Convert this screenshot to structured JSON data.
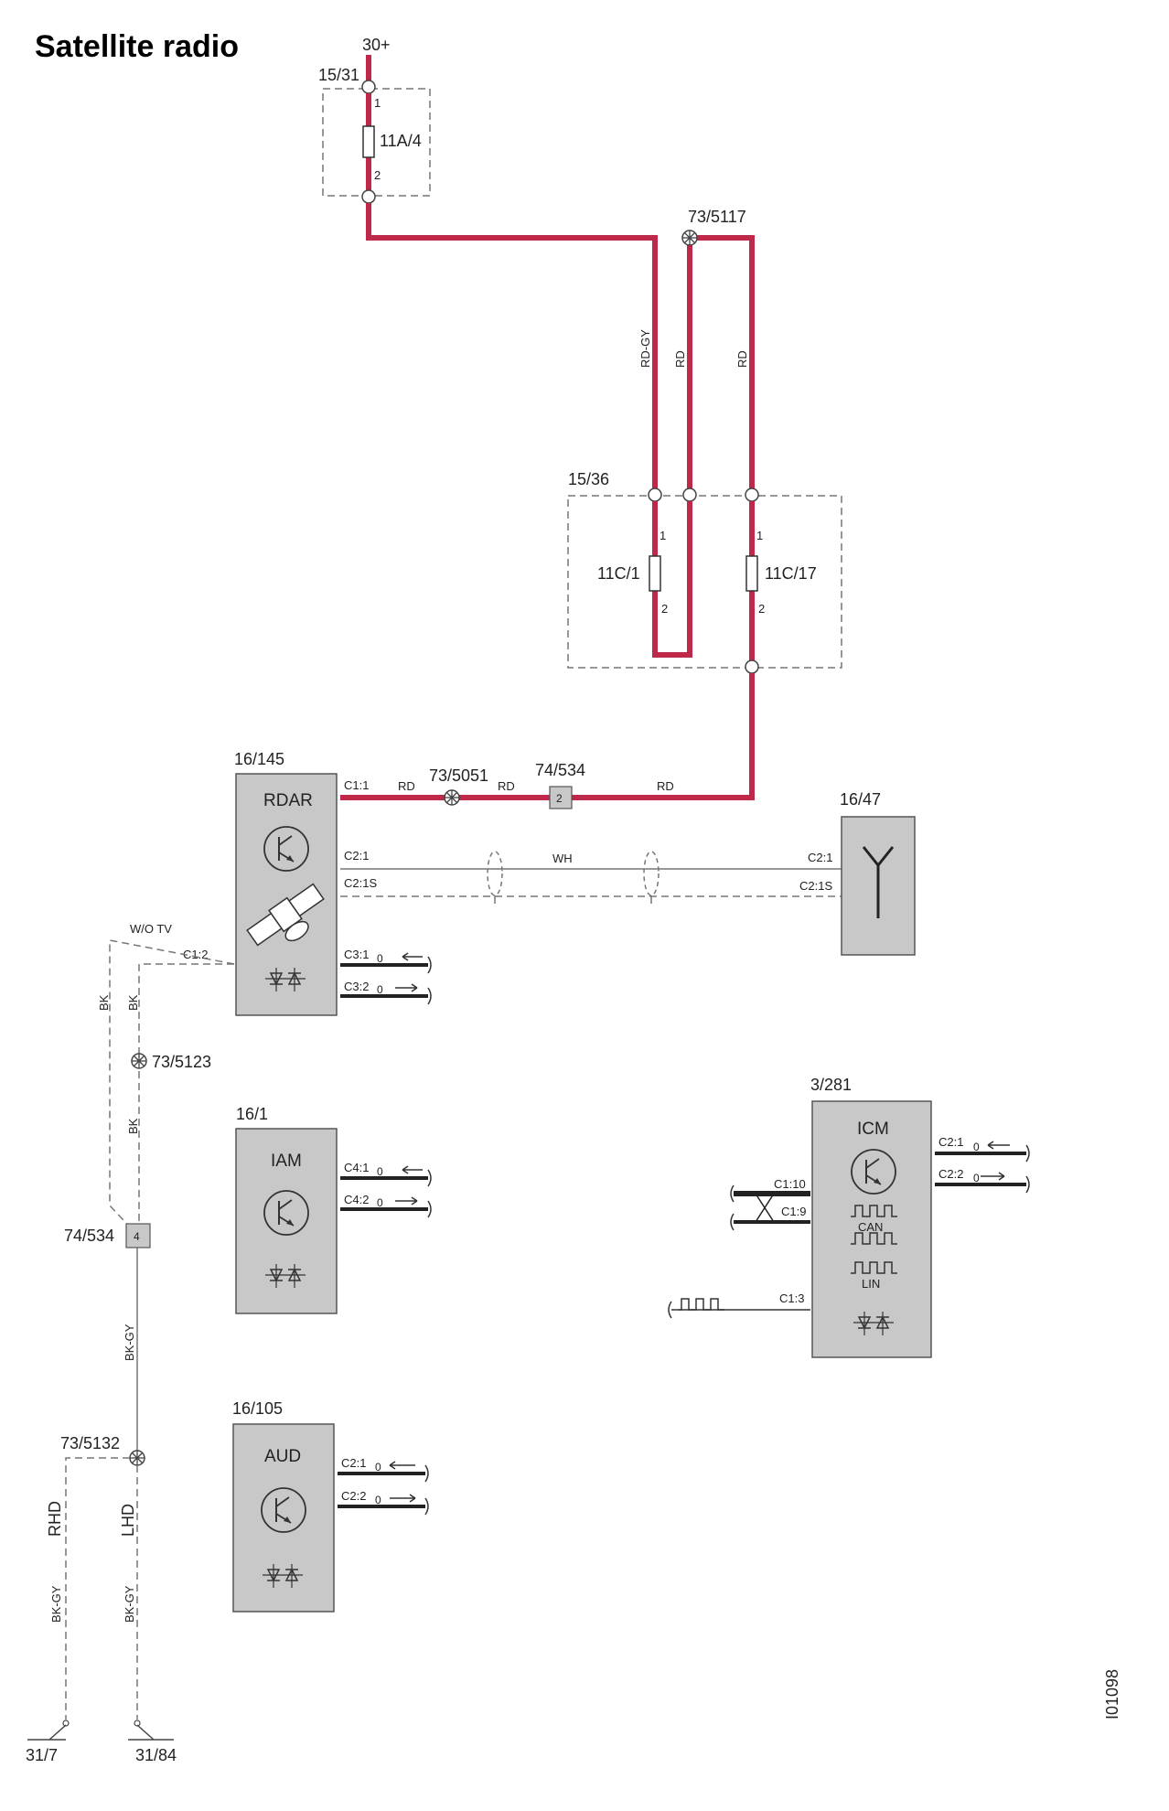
{
  "title": "Satellite radio",
  "doc_id": "I01098",
  "supply": "30+",
  "fusebox_a": {
    "id": "15/31",
    "fuse": "11A/4",
    "pin_in": "1",
    "pin_out": "2"
  },
  "fusebox_b": {
    "id": "15/36",
    "fuse_left": "11C/1",
    "fuse_right": "11C/17",
    "pin1": "1",
    "pin2": "2"
  },
  "splices": {
    "s5117": "73/5117",
    "s5051": "73/5051",
    "s5123": "73/5123",
    "s5132": "73/5132"
  },
  "connectors": {
    "c534_top": {
      "id": "74/534",
      "pin": "2"
    },
    "c534_bottom": {
      "id": "74/534",
      "pin": "4"
    }
  },
  "wires": {
    "rd_gy": "RD-GY",
    "rd": "RD",
    "wh": "WH",
    "bk": "BK",
    "bk_gy": "BK-GY",
    "rhd": "RHD",
    "lhd": "LHD",
    "wo_tv": "W/O TV"
  },
  "modules": {
    "rdar": {
      "id": "16/145",
      "name": "RDAR",
      "pins": {
        "c1_1": "C1:1",
        "c2_1": "C2:1",
        "c2_1s": "C2:1S",
        "c1_2": "C1:2",
        "c3_1": "C3:1",
        "c3_2": "C3:2"
      }
    },
    "antenna": {
      "id": "16/47",
      "pins": {
        "c2_1": "C2:1",
        "c2_1s": "C2:1S"
      }
    },
    "iam": {
      "id": "16/1",
      "name": "IAM",
      "pins": {
        "c4_1": "C4:1",
        "c4_2": "C4:2"
      }
    },
    "icm": {
      "id": "3/281",
      "name": "ICM",
      "can": "CAN",
      "lin": "LIN",
      "pins": {
        "c2_1": "C2:1",
        "c2_2": "C2:2",
        "c1_10": "C1:10",
        "c1_9": "C1:9",
        "c1_3": "C1:3"
      }
    },
    "aud": {
      "id": "16/105",
      "name": "AUD",
      "pins": {
        "c2_1": "C2:1",
        "c2_2": "C2:2"
      }
    }
  },
  "grounds": {
    "g1": "31/7",
    "g2": "31/84"
  },
  "bus_bit": "0"
}
